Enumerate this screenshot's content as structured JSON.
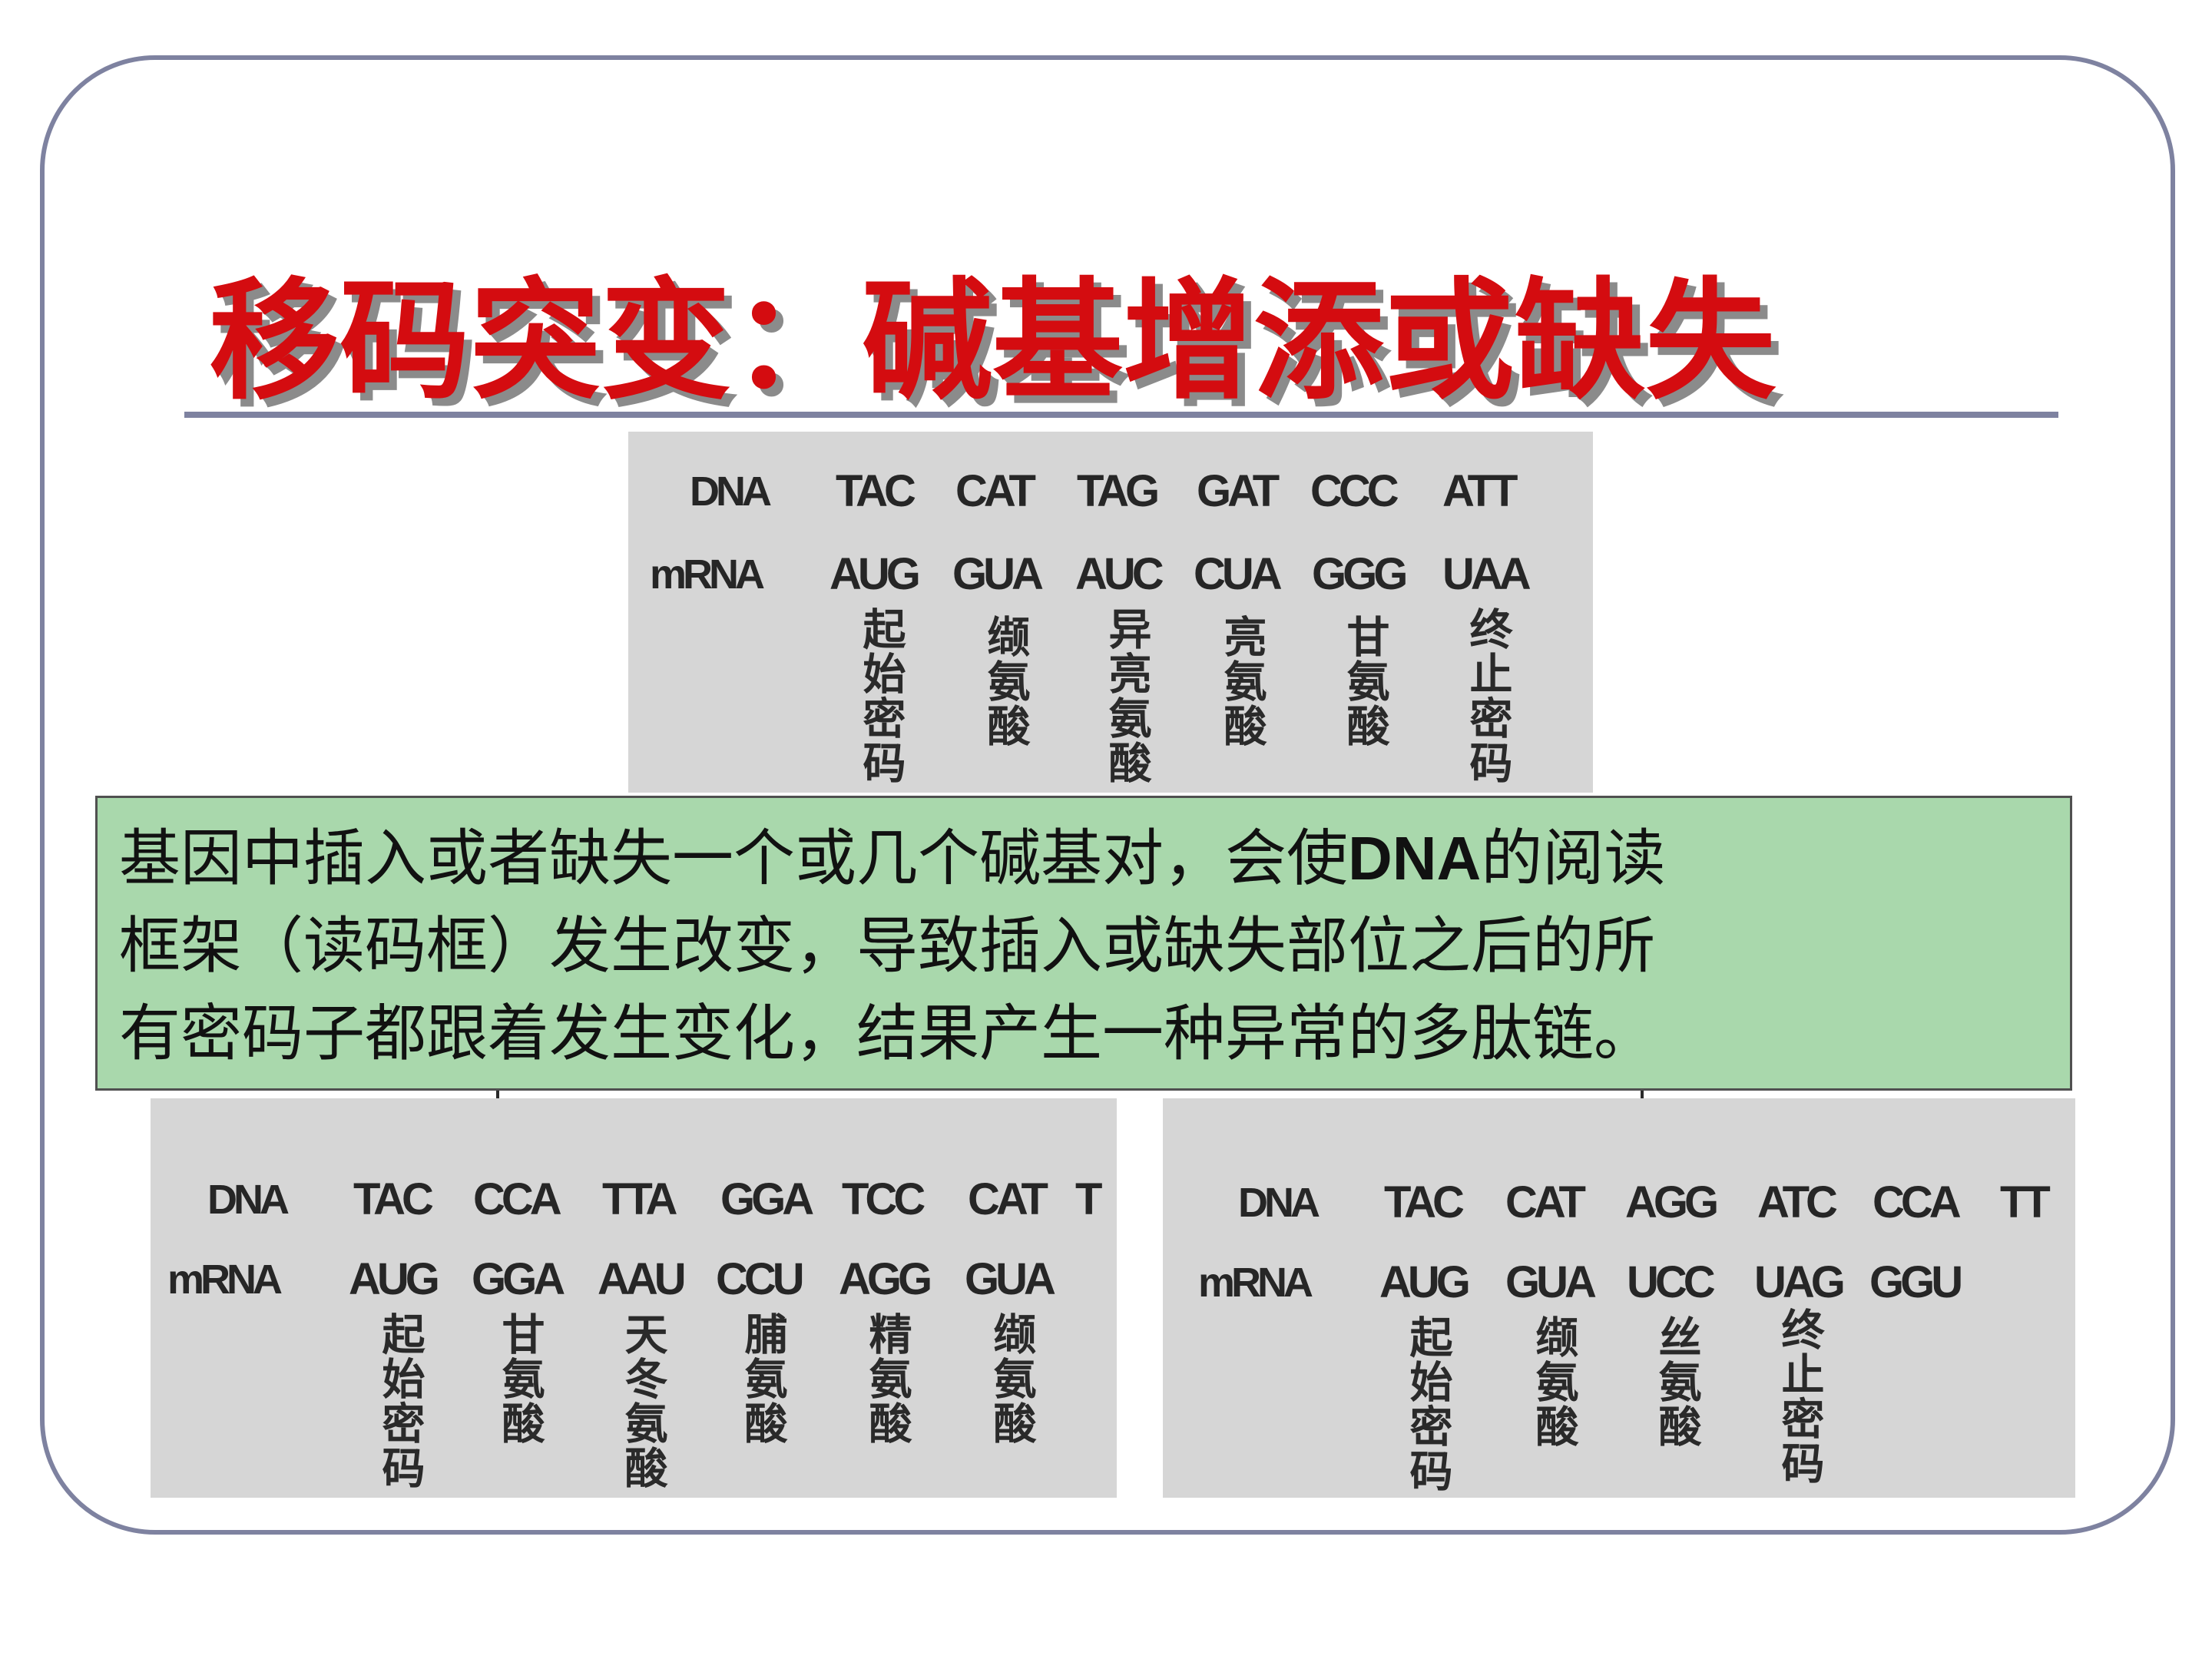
{
  "slide": {
    "title": "移码突变：碱基增添或缺失"
  },
  "panels": {
    "top": {
      "dna_label": "DNA",
      "mrna_label": "mRNA",
      "dna": [
        "TAC",
        "CAT",
        "TAG",
        "GAT",
        "CCC",
        "ATT"
      ],
      "mrna": [
        "AUG",
        "GUA",
        "AUC",
        "CUA",
        "GGG",
        "UAA"
      ],
      "amino": [
        "起始密码",
        "缬氨酸",
        "异亮氨酸",
        "亮氨酸",
        "甘氨酸",
        "终止密码"
      ]
    },
    "left": {
      "dna_label": "DNA",
      "mrna_label": "mRNA",
      "dna": [
        "TAC",
        "CCA",
        "TTA",
        "GGA",
        "TCC",
        "CAT",
        "T"
      ],
      "mrna": [
        "AUG",
        "GGA",
        "AAU",
        "CCU",
        "AGG",
        "GUA"
      ],
      "amino": [
        "起始密码",
        "甘氨酸",
        "天冬氨酸",
        "脯氨酸",
        "精氨酸",
        "缬氨酸"
      ]
    },
    "right": {
      "dna_label": "DNA",
      "mrna_label": "mRNA",
      "dna": [
        "TAC",
        "CAT",
        "AGG",
        "ATC",
        "CCA",
        "TT"
      ],
      "mrna": [
        "AUG",
        "GUA",
        "UCC",
        "UAG",
        "GGU"
      ],
      "amino": [
        "起始密码",
        "缬氨酸",
        "丝氨酸",
        "终止密码"
      ]
    }
  },
  "callout": {
    "line1_pre": "基因中插入或者缺失一个或几个碱基对，会使",
    "line1_bold": "DNA",
    "line1_post": "的阅读",
    "line2": "框架（读码框）发生改变，导致插入或缺失部位之后的所",
    "line3": "有密码子都跟着发生变化，结果产生一种异常的多肽链。"
  }
}
